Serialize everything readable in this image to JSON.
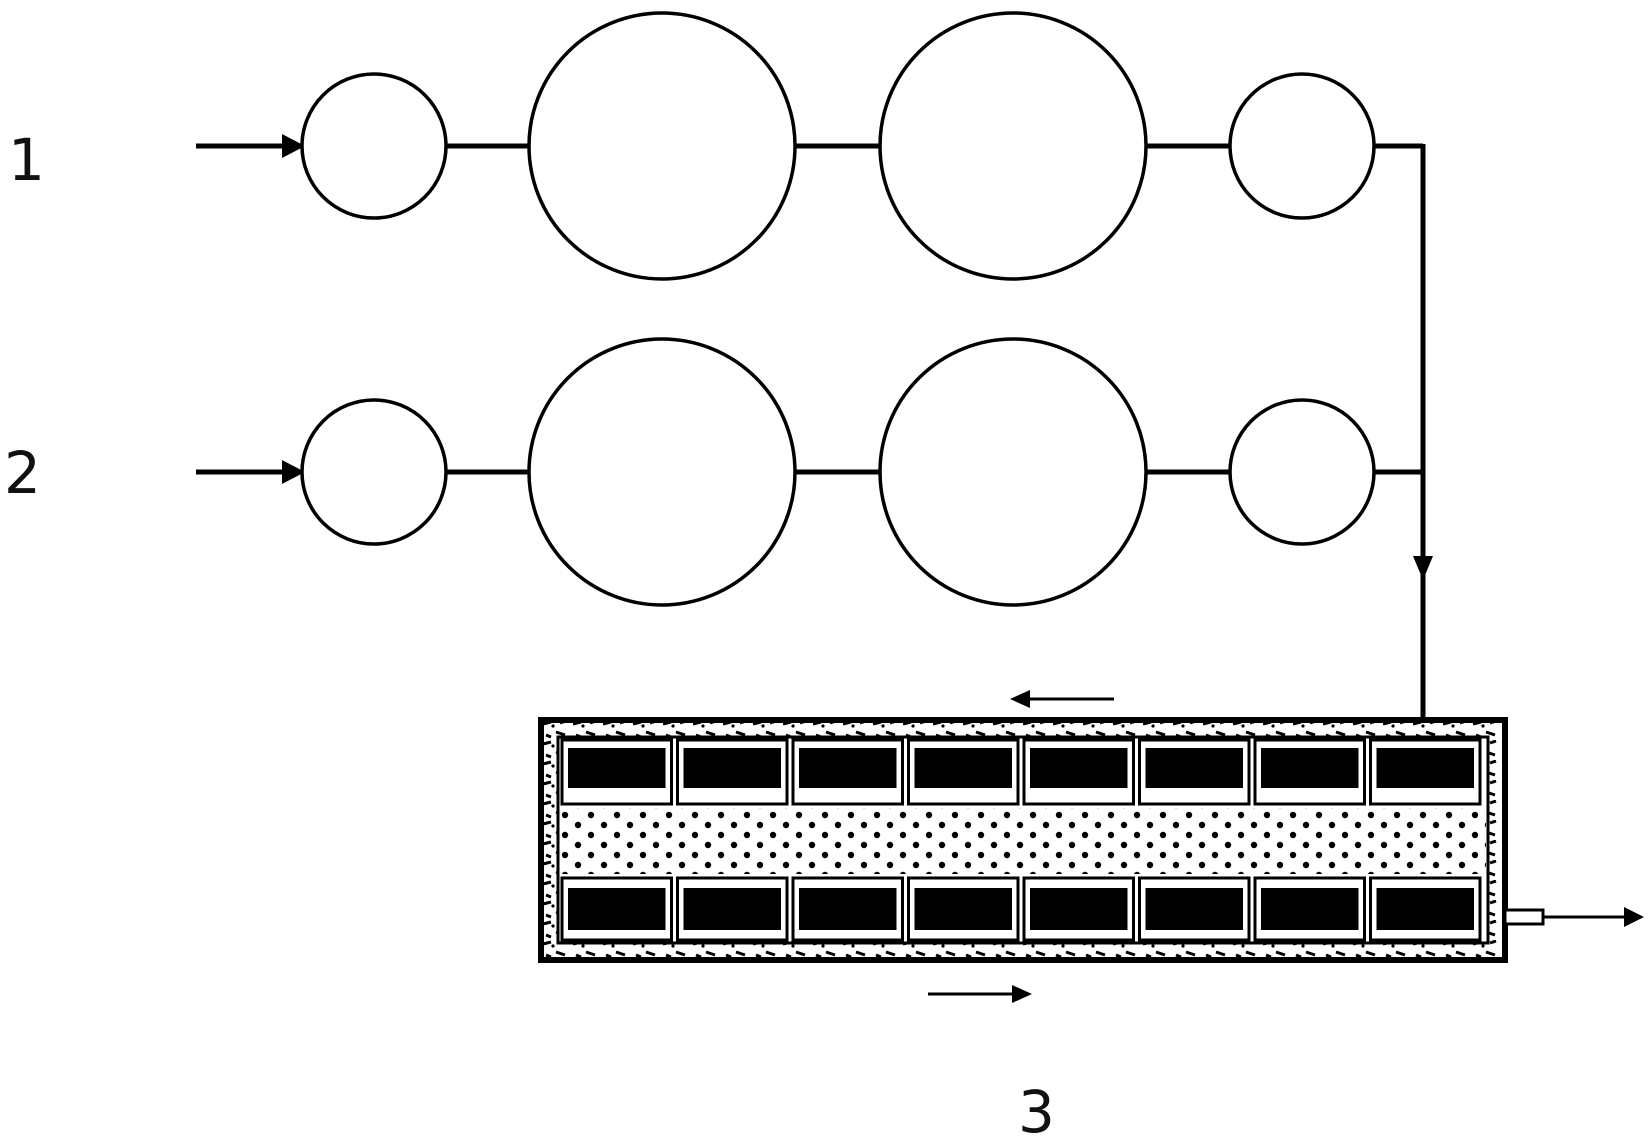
{
  "labels": {
    "line1": "1",
    "line2": "2",
    "reactor": "3"
  },
  "colors": {
    "ink": "#000000",
    "background": "#ffffff"
  }
}
